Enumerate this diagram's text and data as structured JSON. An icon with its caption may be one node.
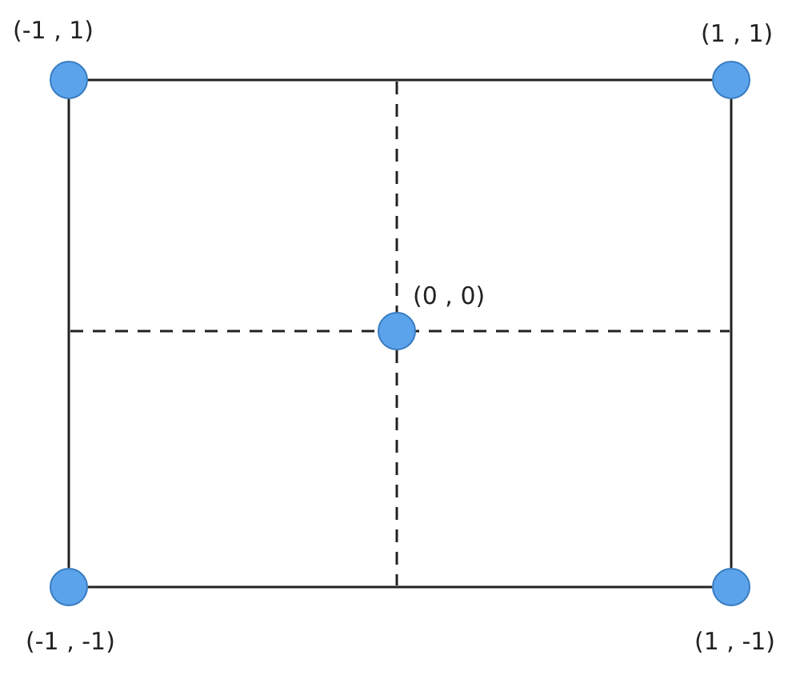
{
  "diagram": {
    "nodes": [
      {
        "text": [],
        "shape": "circle",
        "beside": [
          "(-1 , 1)"
        ]
      },
      {
        "text": [],
        "shape": "circle",
        "beside": [
          "(1 , 1)"
        ]
      },
      {
        "text": [],
        "shape": "circle",
        "beside": [
          "(0 , 0)"
        ]
      },
      {
        "text": [],
        "shape": "circle",
        "beside": [
          "(-1 , -1)"
        ]
      },
      {
        "text": [],
        "shape": "circle",
        "beside": [
          "(1 , -1)"
        ]
      }
    ],
    "edges": [
      {
        "from": 0,
        "to": 1,
        "arrow": "none"
      },
      {
        "from": 1,
        "to": 4,
        "arrow": "none"
      },
      {
        "from": 4,
        "to": 3,
        "arrow": "none"
      },
      {
        "from": 3,
        "to": 0,
        "arrow": "none"
      }
    ]
  }
}
